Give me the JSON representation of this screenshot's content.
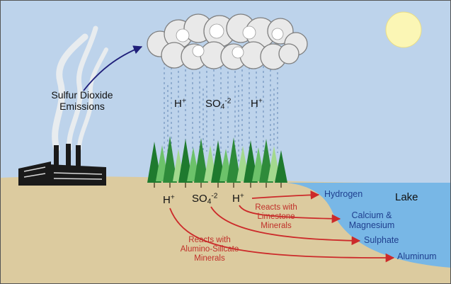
{
  "labels": {
    "emissions_line1": "Sulfur Dioxide",
    "emissions_line2": "Emissions",
    "lake": "Lake",
    "hydrogen": "Hydrogen",
    "calcium_line1": "Calcium &",
    "calcium_line2": "Magnesium",
    "sulphate": "Sulphate",
    "aluminum": "Aluminum",
    "reacts_limestone_line1": "Reacts with",
    "reacts_limestone_line2": "Limestone",
    "reacts_limestone_line3": "Minerals",
    "reacts_alumino_line1": "Reacts with",
    "reacts_alumino_line2": "Alumino-Silicate",
    "reacts_alumino_line3": "Minerals"
  },
  "ions": {
    "hydrogen_symbol": "H",
    "hydrogen_charge": "+",
    "sulfate_symbol": "SO",
    "sulfate_subscript": "4",
    "sulfate_charge": "-2"
  },
  "colors": {
    "sky": "#bdd3eb",
    "ground": "#dccb9f",
    "lake": "#78b7e6",
    "reaction_arrow": "#cc2a2a",
    "emission_arrow": "#1f1f7a",
    "sun": "#fbf6b5",
    "tree_dark": "#1e7a2e",
    "tree_light": "#6cc26a"
  }
}
